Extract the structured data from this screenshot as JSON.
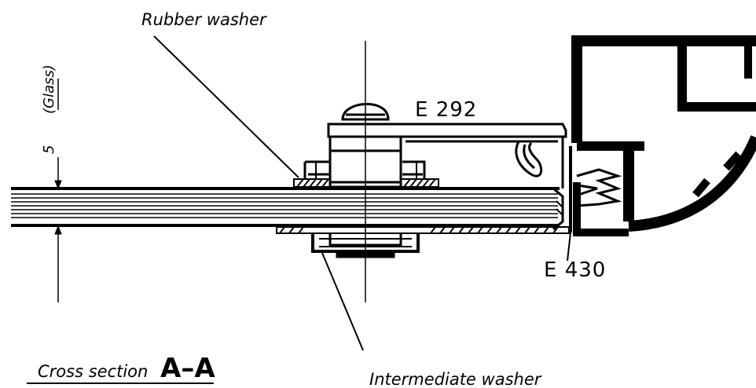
{
  "labels": {
    "rubber_washer": "Rubber washer",
    "intermediate_washer": "Intermediate washer",
    "part_top": "E 292",
    "part_bottom": "E 430",
    "dimension_value": "5",
    "dimension_unit": "(Glass)",
    "section_caption": "Cross section",
    "section_id": "A–A"
  },
  "colors": {
    "ink": "#000000",
    "paper": "#ffffff"
  }
}
